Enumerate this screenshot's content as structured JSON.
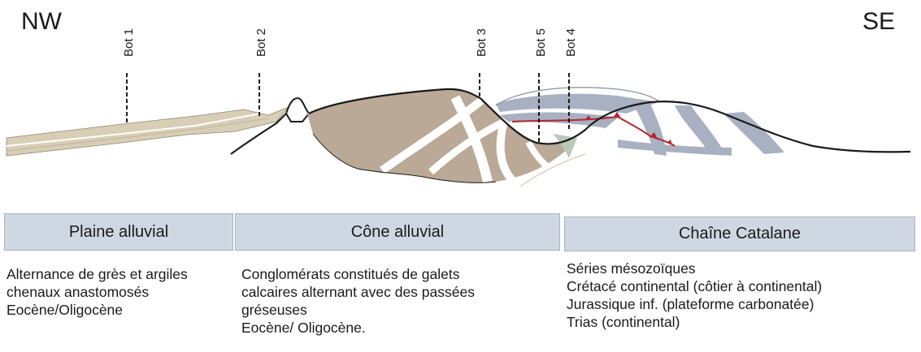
{
  "orientation": {
    "left": "NW",
    "right": "SE"
  },
  "boreholes": [
    "Bot 1",
    "Bot 2",
    "Bot 3",
    "Bot 5",
    "Bot 4"
  ],
  "colors": {
    "plaine_fill": "#d8ceb5",
    "cone_fill": "#b9a996",
    "chaine_fill": "#a9b0c2",
    "thrust_red": "#b5262e",
    "header_box": "#cfd8e2"
  },
  "domains": [
    {
      "title": "Plaine alluvial",
      "lines": [
        "Alternance de grès et argiles",
        "chenaux anastomosés",
        "Eocène/Oligocène"
      ]
    },
    {
      "title": "Cône alluvial",
      "lines": [
        "Conglomérats constitués de galets",
        "calcaires alternant avec des passées",
        "gréseuses",
        "Eocène/ Oligocène."
      ]
    },
    {
      "title": "Chaîne Catalane",
      "lines": [
        "Séries mésozoïques",
        "Crétacé continental (côtier à continental)",
        "Jurassique inf. (plateforme carbonatée)",
        "Trias (continental)"
      ]
    }
  ]
}
